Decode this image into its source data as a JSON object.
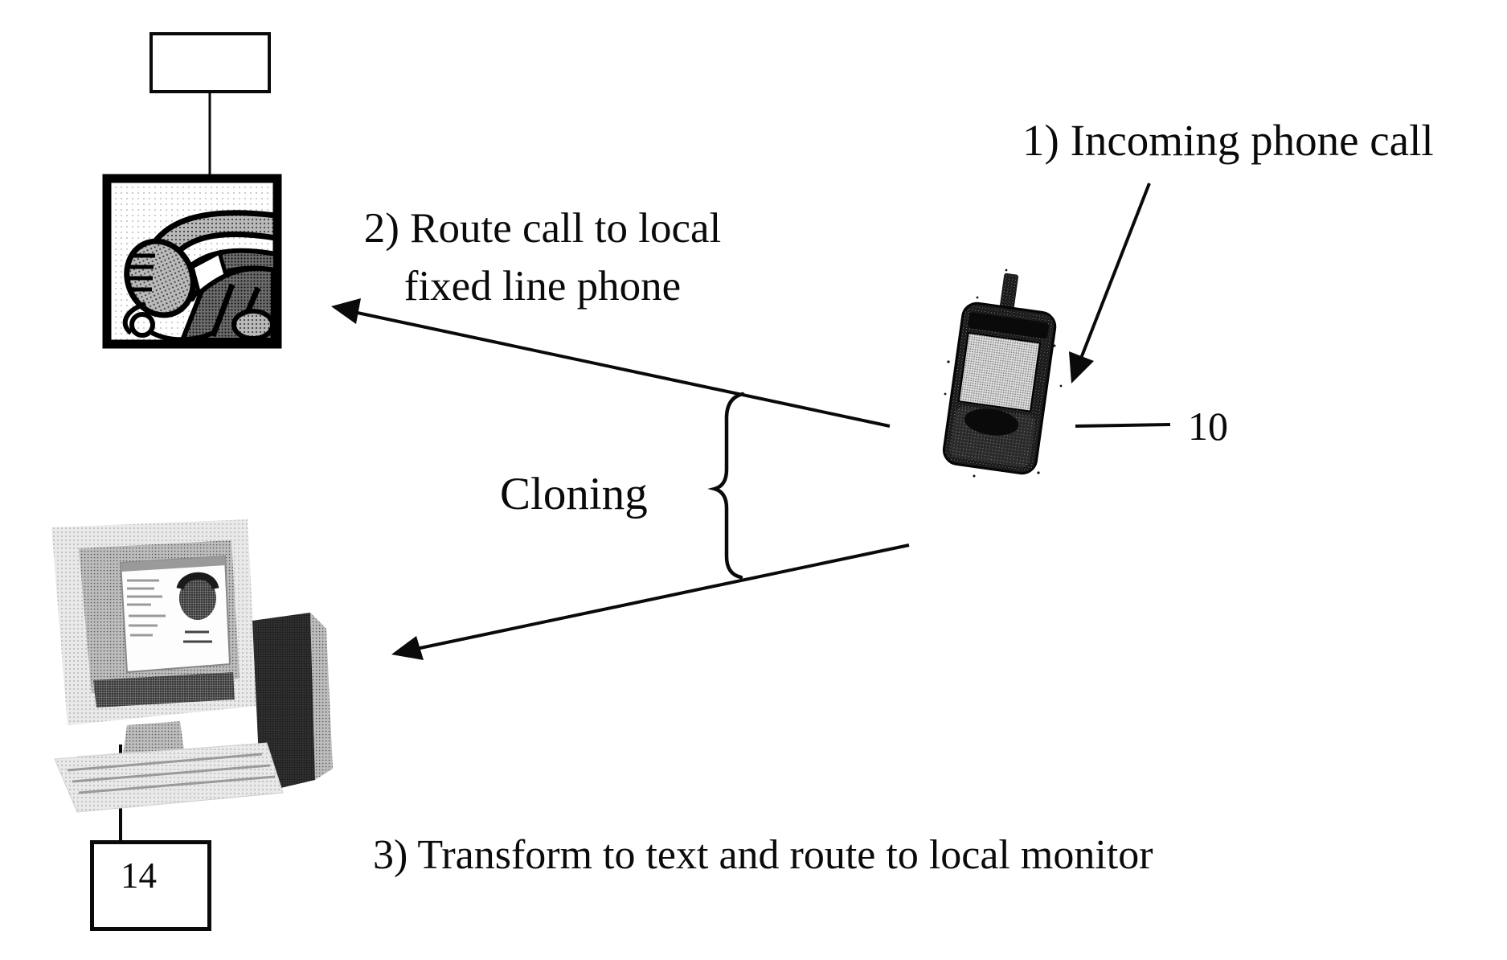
{
  "colors": {
    "ink": "#0a0a0a",
    "background": "#ffffff"
  },
  "annotations": {
    "step1": "1) Incoming phone call",
    "step2_line1": "2) Route call to local",
    "step2_line2": "fixed line phone",
    "cloning": "Cloning",
    "step3": "3) Transform to text and route to local monitor"
  },
  "references": {
    "mobile_phone": "10",
    "computer": "14"
  },
  "icons": {
    "fixed_phone": "fixed-line-phone-clipart",
    "mobile_phone": "mobile-phone-clipart",
    "computer": "desktop-computer-clipart"
  }
}
